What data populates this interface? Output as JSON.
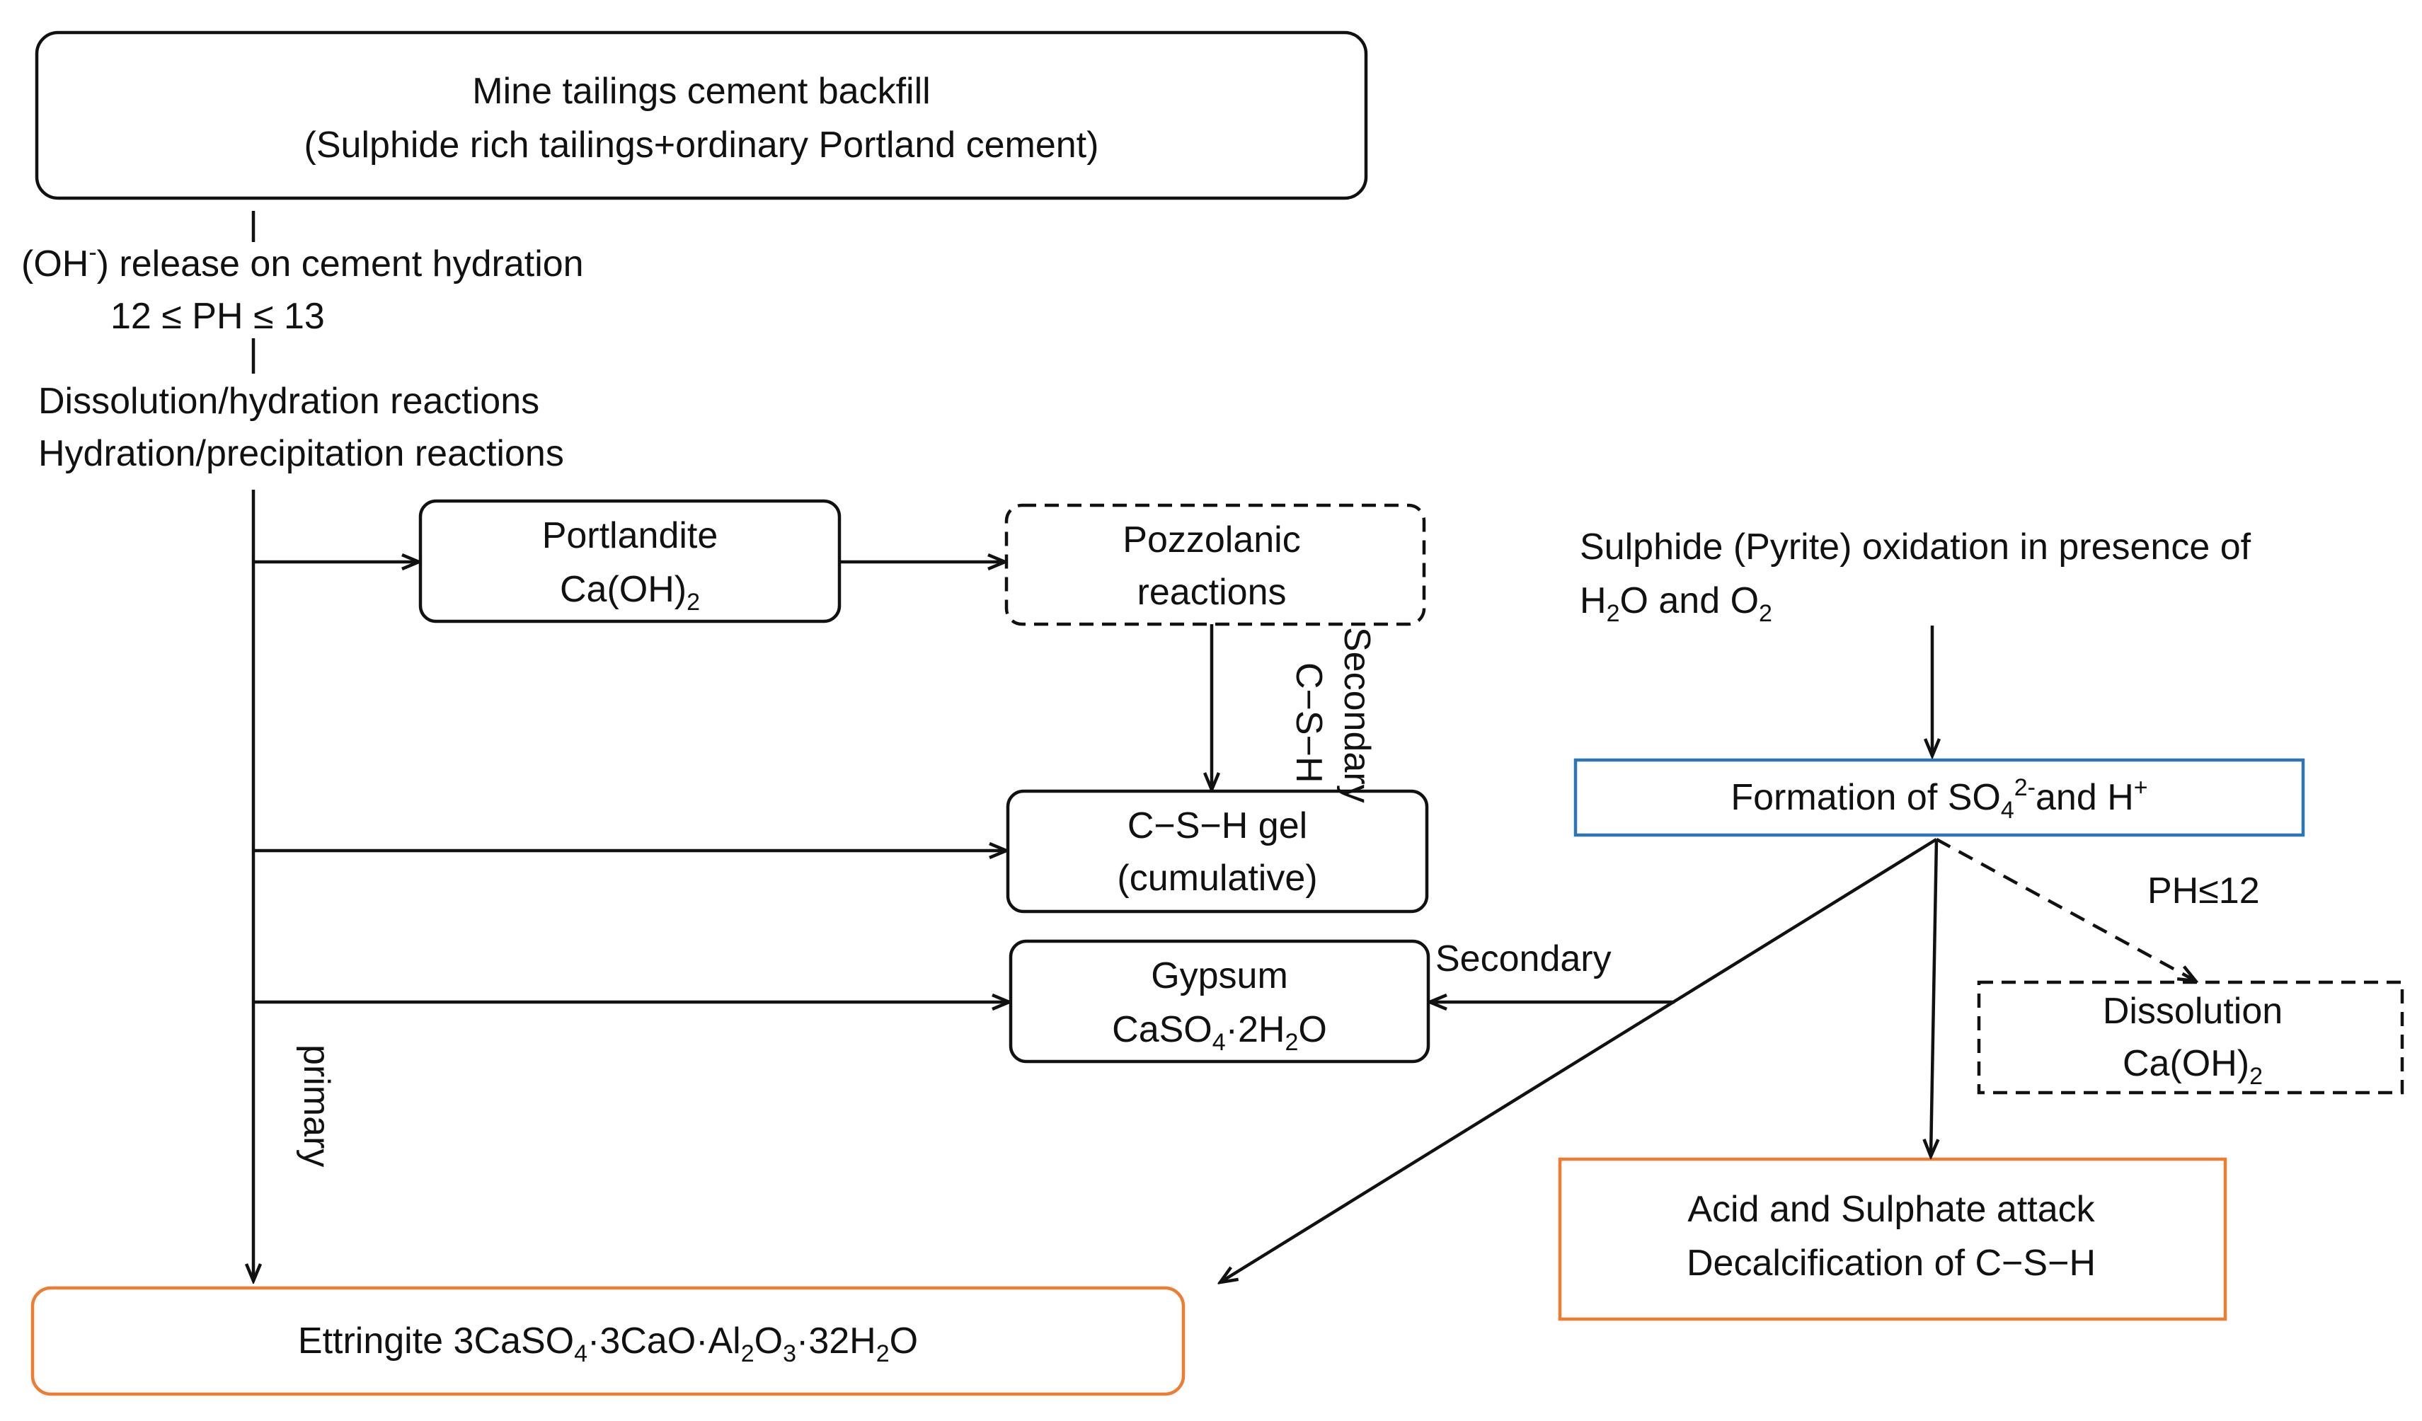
{
  "nodes": {
    "backfill": {
      "line1": "Mine tailings cement backfill",
      "line2": "(Sulphide rich tailings+ordinary Portland cement)"
    },
    "portlandite": {
      "line1": "Portlandite",
      "line2_main": "Ca(OH)",
      "line2_sub": "2"
    },
    "pozzolanic": {
      "line1": "Pozzolanic",
      "line2": "reactions"
    },
    "csh_gel": {
      "line1": "C−S−H gel",
      "line2": "(cumulative)"
    },
    "gypsum": {
      "line1": "Gypsum",
      "line2_a": "CaSO",
      "line2_sub1": "4",
      "line2_b": "·2H",
      "line2_sub2": "2",
      "line2_c": "O"
    },
    "ettringite": {
      "part_a": "Ettringite 3CaSO",
      "sub1": "4",
      "part_b": "·3CaO·Al",
      "sub2": "2",
      "part_c": "O",
      "sub3": "3",
      "part_d": "·32H",
      "sub4": "2",
      "part_e": "O"
    },
    "sulphide_oxidation": {
      "line1": "Sulphide (Pyrite) oxidation in presence of",
      "line2_a": "H",
      "line2_sub1": "2",
      "line2_b": "O and O",
      "line2_sub2": "2"
    },
    "so4_formation": {
      "part_a": "Formation of SO",
      "sub": "4",
      "sup1": "2-",
      "part_b": "and H",
      "sup2": "+"
    },
    "dissolution": {
      "line1": "Dissolution",
      "line2_main": "Ca(OH)",
      "line2_sub": "2"
    },
    "acid_attack": {
      "line1": "Acid and Sulphate attack",
      "line2": "Decalcification of C−S−H"
    }
  },
  "labels": {
    "oh_release_a": "(OH",
    "oh_release_sup": "-",
    "oh_release_b": ") release on cement hydration",
    "ph_range": "12 ≤ PH ≤ 13",
    "reactions1": "Dissolution/hydration reactions",
    "reactions2": "Hydration/precipitation reactions",
    "secondary_vertical": "Secondary",
    "csh_vertical": "C−S−H",
    "secondary_gypsum": "Secondary",
    "ph_le_12": "PH≤12",
    "primary": "primary"
  }
}
